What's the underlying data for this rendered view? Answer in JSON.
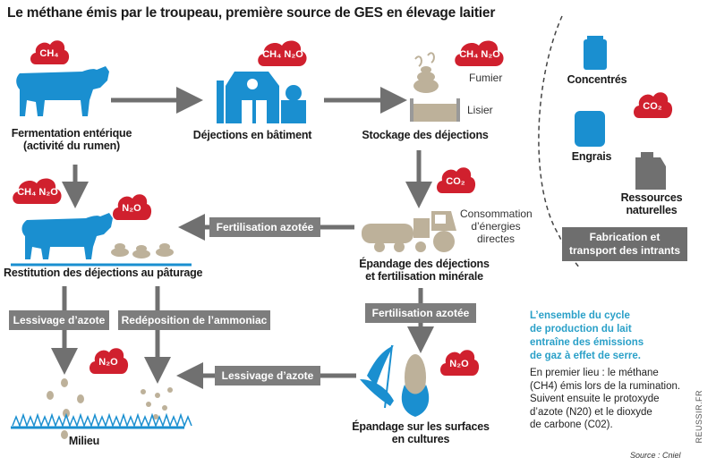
{
  "title": "Le méthane émis par le troupeau, première source de GES en élevage laitier",
  "clouds": {
    "fermentation": "CH₄",
    "batiment": "CH₄ N₂O",
    "stockage": "CH₄ N₂O",
    "intrants": "CO₂",
    "epandage": "CO₂",
    "paturage_cow": "CH₄ N₂O",
    "paturage_dung": "N₂O",
    "milieu": "N₂O",
    "cultures": "N₂O"
  },
  "nodes": {
    "fermentation_line1": "Fermentation entérique",
    "fermentation_line2": "(activité du rumen)",
    "batiment": "Déjections en bâtiment",
    "stockage": "Stockage des déjections",
    "fumier": "Fumier",
    "lisier": "Lisier",
    "restitution": "Restitution des déjections au pâturage",
    "epandage_line1": "Épandage des déjections",
    "epandage_line2": "et fertilisation minérale",
    "consommation_line1": "Consommation",
    "consommation_line2": "d’énergies",
    "consommation_line3": "directes",
    "milieu": "Milieu",
    "cultures_line1": "Épandage sur les surfaces",
    "cultures_line2": "en cultures"
  },
  "arrows": {
    "fertilisation_1": "Fertilisation azotée",
    "fertilisation_2": "Fertilisation azotée",
    "lessivage_1": "Lessivage d’azote",
    "redeposition": "Redéposition de l’ammoniac",
    "lessivage_2": "Lessivage d’azote"
  },
  "intrants": {
    "concentres": "Concentrés",
    "engrais": "Engrais",
    "ressources_line1": "Ressources",
    "ressources_line2": "naturelles",
    "box_line1": "Fabrication et",
    "box_line2": "transport des intrants"
  },
  "info": {
    "head_line1": "L’ensemble du cycle",
    "head_line2": "de production du lait",
    "head_line3": "entraîne des émissions",
    "head_line4": "de gaz à effet de serre.",
    "body_line1": "En premier lieu : le méthane",
    "body_line2": "(CH4) émis lors de la rumination.",
    "body_line3": "Suivent ensuite le protoxyde",
    "body_line4": "d’azote (N20) et le dioxyde",
    "body_line5": "de carbone (C02)."
  },
  "source": "Source : Cniel",
  "credit": "REUSSIR.FR",
  "colors": {
    "cloud": "#d0202e",
    "blue": "#1a8fd0",
    "grey_arrow": "#707070",
    "tan": "#bdb19a",
    "info_blue": "#2aa0c8",
    "grass": "#1a8fd0"
  }
}
